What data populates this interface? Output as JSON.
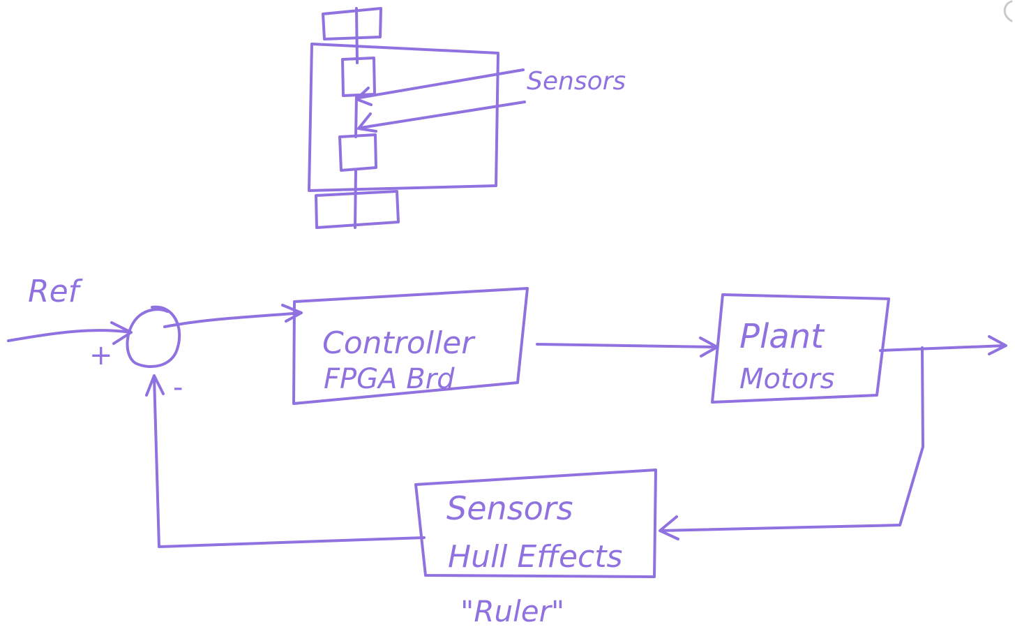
{
  "colors": {
    "ink": "#8f71e0",
    "background": "#ffffff",
    "corner_mark": "#c9c9c9"
  },
  "sketch": {
    "sensors_label": "Sensors"
  },
  "block_diagram": {
    "ref_label": "Ref",
    "plus_sign": "+",
    "minus_sign": "-",
    "controller": {
      "title": "Controller",
      "subtitle": "FPGA Brd"
    },
    "plant": {
      "title": "Plant",
      "subtitle": "Motors"
    },
    "sensors": {
      "title": "Sensors",
      "subtitle": "Hull Effects",
      "note": "\"Ruler\""
    }
  }
}
